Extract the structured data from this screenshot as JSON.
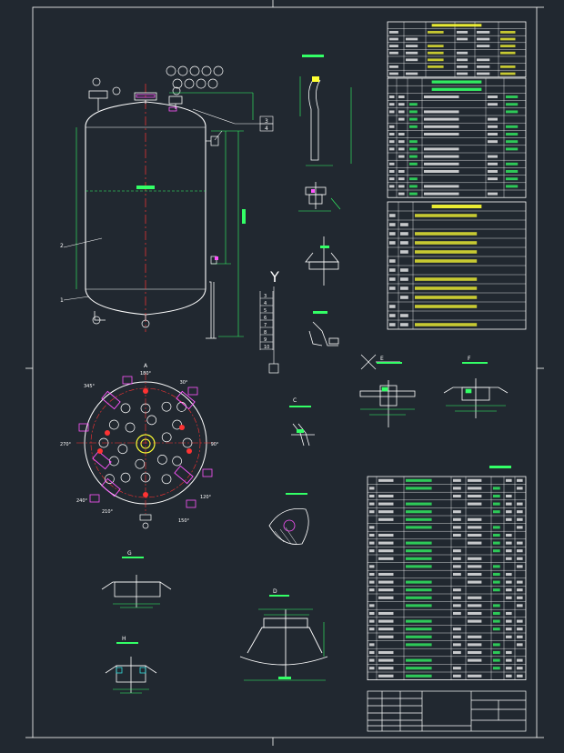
{
  "colors": {
    "background": "#212830",
    "frame": "#ffffff",
    "table_line": "#ffffff",
    "text": "#ffffff",
    "dimension": "#33ff66",
    "centerline": "#ff3333",
    "nozzle": "#ff55ff",
    "marker": "#ffff33",
    "accent_cyan": "#33dddd"
  },
  "drawing": {
    "ucs_glyph": "Y",
    "tick_labels": [
      "3",
      "4",
      "5",
      "6",
      "7",
      "8",
      "9",
      "10"
    ]
  },
  "plan_view": {
    "title": "A",
    "angles": [
      "345°",
      "30°",
      "270°",
      "90°",
      "240°",
      "150°",
      "210°",
      "180°",
      "120°"
    ]
  },
  "elevation_view": {
    "part_labels": [
      "1",
      "2",
      "3",
      "4"
    ]
  },
  "detail_views": [
    {
      "title": "B"
    },
    {
      "title": "C"
    },
    {
      "title": "D"
    },
    {
      "title": "E"
    },
    {
      "title": "F"
    },
    {
      "title": "G"
    },
    {
      "title": "H"
    }
  ],
  "title_block": {
    "drawing_number": "",
    "scale": ""
  },
  "tables": {
    "technical_spec": {
      "rows": 6,
      "cols": 6
    },
    "nozzle_table": {
      "rows": 15,
      "cols": 6
    },
    "requirements": {
      "rows": 10,
      "cols": 3
    },
    "parts_list": {
      "rows": 24,
      "cols": 8
    }
  }
}
